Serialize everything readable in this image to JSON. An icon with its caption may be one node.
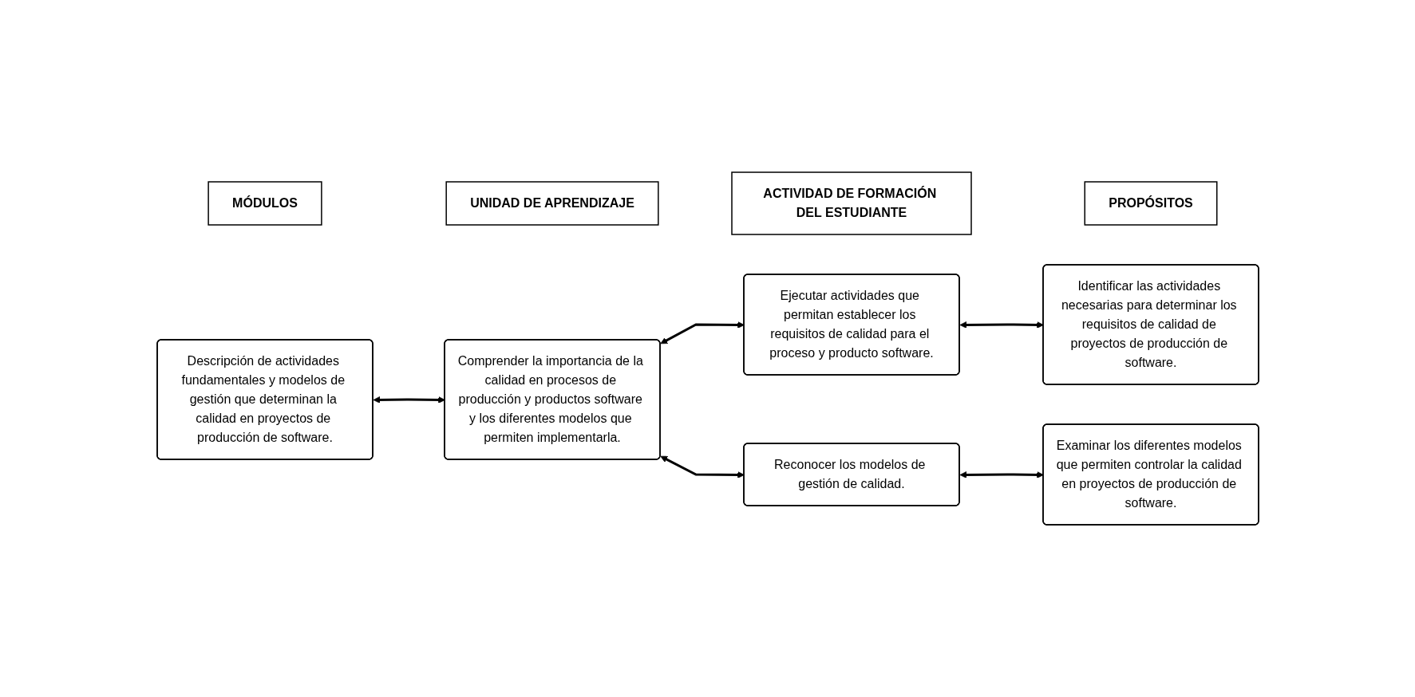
{
  "diagram": {
    "nodes": [
      {
        "text": [
          "MÓDULOS"
        ]
      },
      {
        "text": [
          "UNIDAD DE APRENDIZAJE"
        ]
      },
      {
        "text": [
          "ACTIVIDAD DE FORMACIÓN DEL ESTUDIANTE"
        ]
      },
      {
        "text": [
          "PROPÓSITOS"
        ]
      },
      {
        "text": [
          "Descripción de actividades fundamentales y modelos de gestión que determinan la calidad en proyectos de producción de software."
        ]
      },
      {
        "text": [
          "Comprender la importancia de la calidad en procesos de producción y productos software y los diferentes modelos que permiten implementarla."
        ]
      },
      {
        "text": [
          "Ejecutar actividades que permitan establecer los requisitos de calidad para el proceso y producto software."
        ]
      },
      {
        "text": [
          "Identificar las actividades necesarias para determinar los requisitos de calidad de proyectos de producción de software."
        ]
      },
      {
        "text": [
          "Reconocer los modelos de gestión de calidad."
        ]
      },
      {
        "text": [
          "Examinar los diferentes modelos que permiten controlar la calidad en proyectos de producción de software."
        ]
      }
    ],
    "edges": [
      {
        "from": 4,
        "to": 5,
        "arrow": "both"
      },
      {
        "from": 5,
        "to": 6,
        "arrow": "both"
      },
      {
        "from": 6,
        "to": 7,
        "arrow": "both"
      },
      {
        "from": 5,
        "to": 8,
        "arrow": "both"
      },
      {
        "from": 8,
        "to": 9,
        "arrow": "both"
      }
    ]
  }
}
